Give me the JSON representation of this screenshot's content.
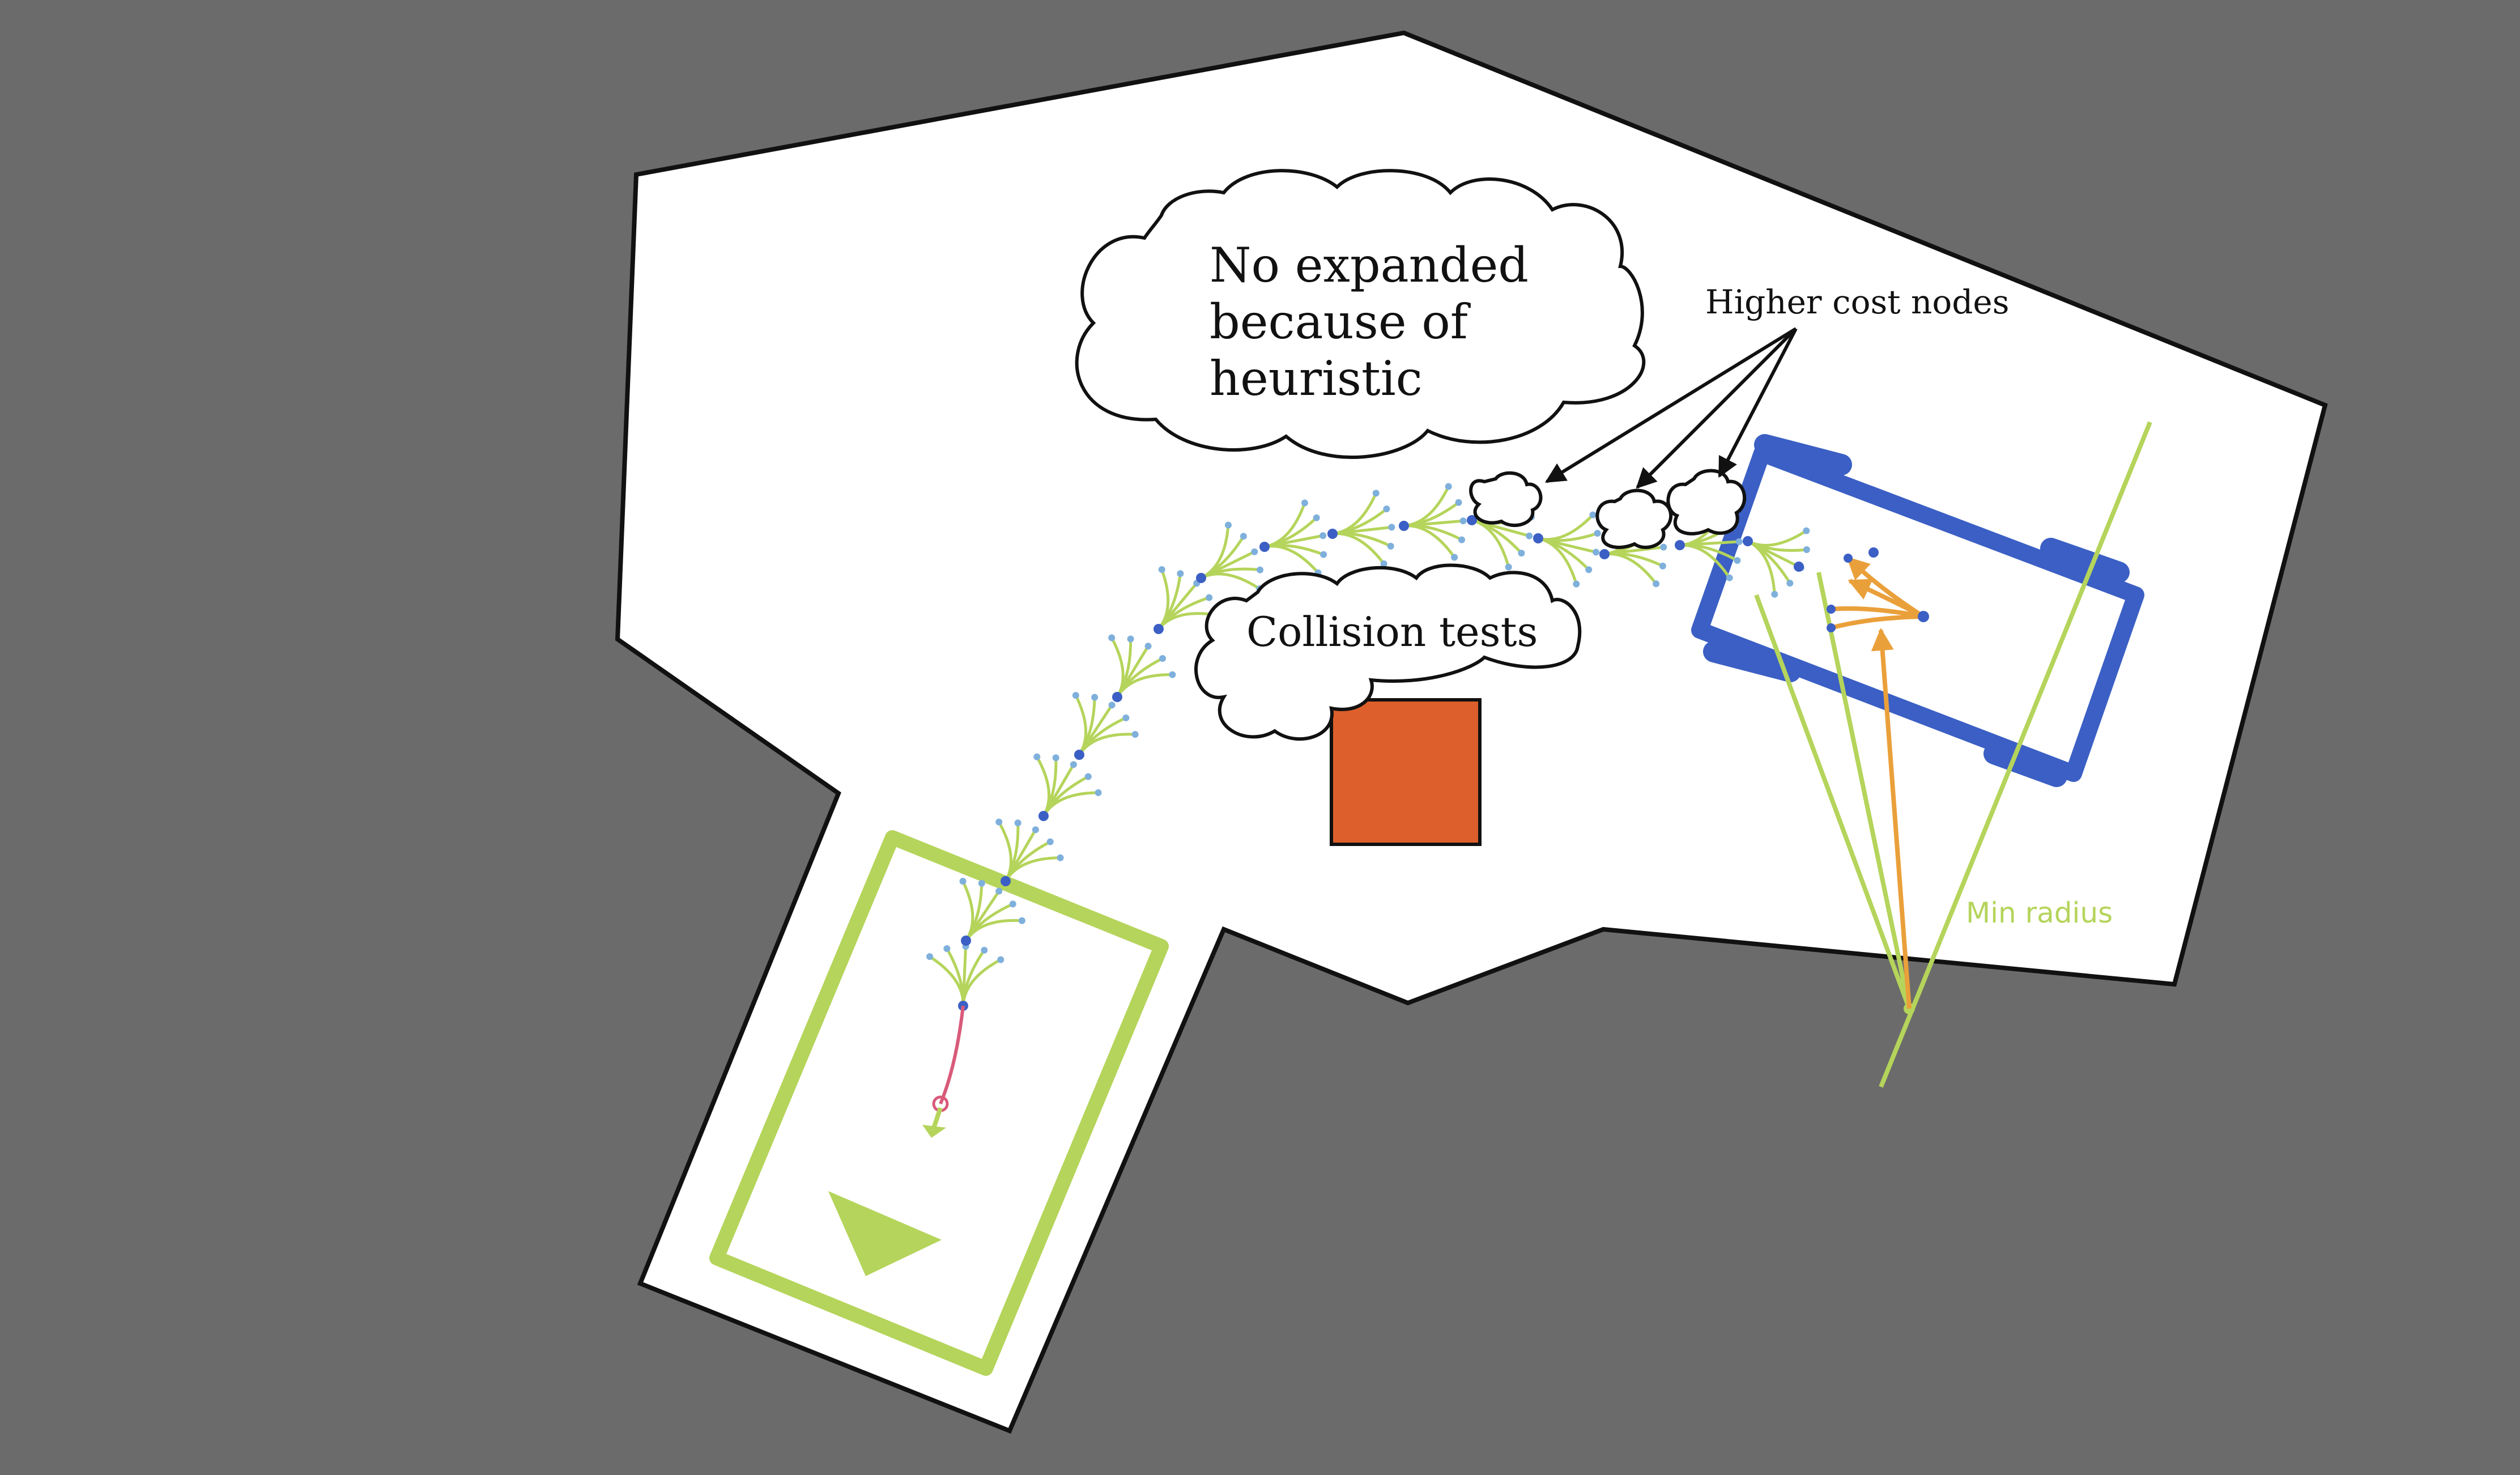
{
  "labels": {
    "heuristic_cloud": [
      "No expanded",
      "because of",
      "heuristic"
    ],
    "collision_cloud": "Collision tests",
    "higher_cost": "Higher cost nodes",
    "min_radius": "Min radius"
  },
  "colors": {
    "background": "#6b6b6b",
    "floor": "#ffffff",
    "start_area": "#b5d45b",
    "goal_area": "#3b5fc4",
    "obstacle": "#dd5f2b",
    "branch": "#b5d45b",
    "node_dark": "#3b5fc4",
    "node_light": "#7fb0dc",
    "final_approach": "#eaa03a",
    "start_path": "#d95a7a",
    "min_radius_line": "#b5d45b"
  }
}
